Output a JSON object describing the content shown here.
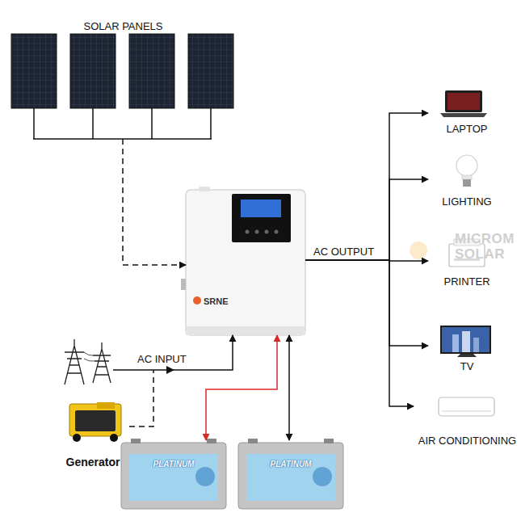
{
  "diagram": {
    "nodes": [
      {
        "text": [
          "SOLAR PANELS"
        ]
      },
      {
        "text": [
          "SRNE"
        ]
      },
      {
        "text": [
          "Generator"
        ]
      },
      {
        "text": [
          "PLATINUM"
        ]
      },
      {
        "text": [
          "PLATINUM"
        ]
      },
      {
        "text": [
          "LAPTOP"
        ]
      },
      {
        "text": [
          "LIGHTING"
        ]
      },
      {
        "text": [
          "PRINTER"
        ]
      },
      {
        "text": [
          "TV"
        ]
      },
      {
        "text": [
          "AIR CONDITIONING"
        ]
      }
    ],
    "edges": [
      {
        "from": 0,
        "to": 1,
        "arrow": "to"
      },
      {
        "from": 2,
        "to": 1,
        "label": "AC INPUT",
        "arrow": "to"
      },
      {
        "from": 1,
        "to": 3,
        "arrow": "both"
      },
      {
        "from": 1,
        "to": 4,
        "arrow": "both"
      },
      {
        "from": 1,
        "to": 5,
        "label": "AC OUTPUT",
        "arrow": "to"
      },
      {
        "from": 1,
        "to": 6,
        "arrow": "to"
      },
      {
        "from": 1,
        "to": 7,
        "arrow": "to"
      },
      {
        "from": 1,
        "to": 8,
        "arrow": "to"
      },
      {
        "from": 1,
        "to": 9,
        "arrow": "to"
      }
    ],
    "labels": [
      "MICROM",
      "SOLAR"
    ]
  }
}
